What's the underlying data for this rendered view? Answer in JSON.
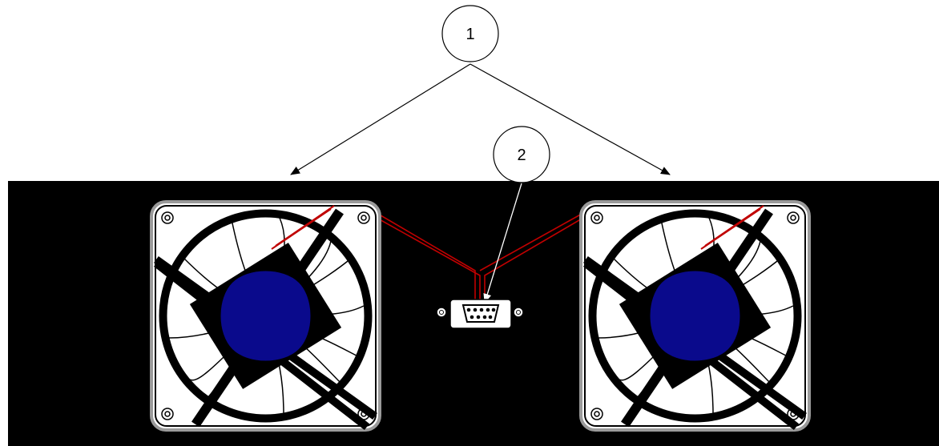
{
  "callouts": [
    {
      "id": "1",
      "label": "1"
    },
    {
      "id": "2",
      "label": "2"
    }
  ],
  "colors": {
    "panel": "#000000",
    "fan_frame": "#ffffff",
    "fan_border": "#9a9a9a",
    "hub": "#0a0a8c",
    "cable": "#c00000",
    "connector": "#ffffff"
  },
  "icons": [
    "fan-unit-icon",
    "db9-connector-icon",
    "cable-icon",
    "screw-icon"
  ]
}
